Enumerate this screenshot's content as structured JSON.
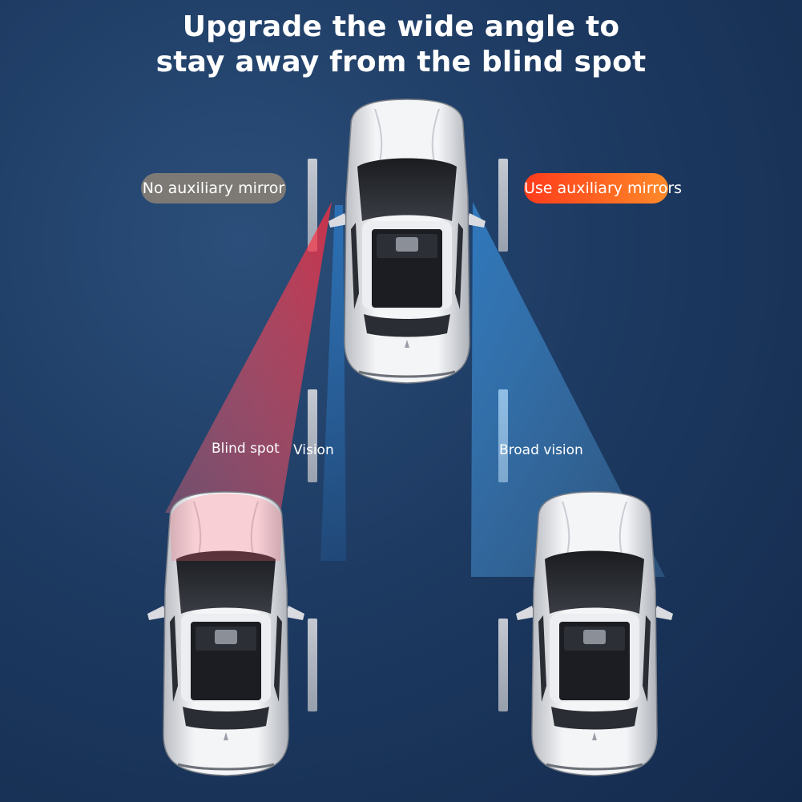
{
  "header": {
    "title_line1": "Upgrade the wide angle to",
    "title_line2": "stay away from the blind spot"
  },
  "badges": {
    "no_mirror": "No auxiliary mirror",
    "use_mirror": "Use auxiliary mirrors"
  },
  "annotations": {
    "blind_spot": "Blind spot",
    "vision": "Vision",
    "broad_vision": "Broad vision"
  },
  "colors": {
    "background": "#1d3a62",
    "no_mirror_badge": "#7d7a76",
    "use_mirror_badge": "#ff4a1f",
    "blind_spot_beam": "#e0243a",
    "vision_beam": "#2f8fe8",
    "lane_marking": "#c9ccd2"
  }
}
